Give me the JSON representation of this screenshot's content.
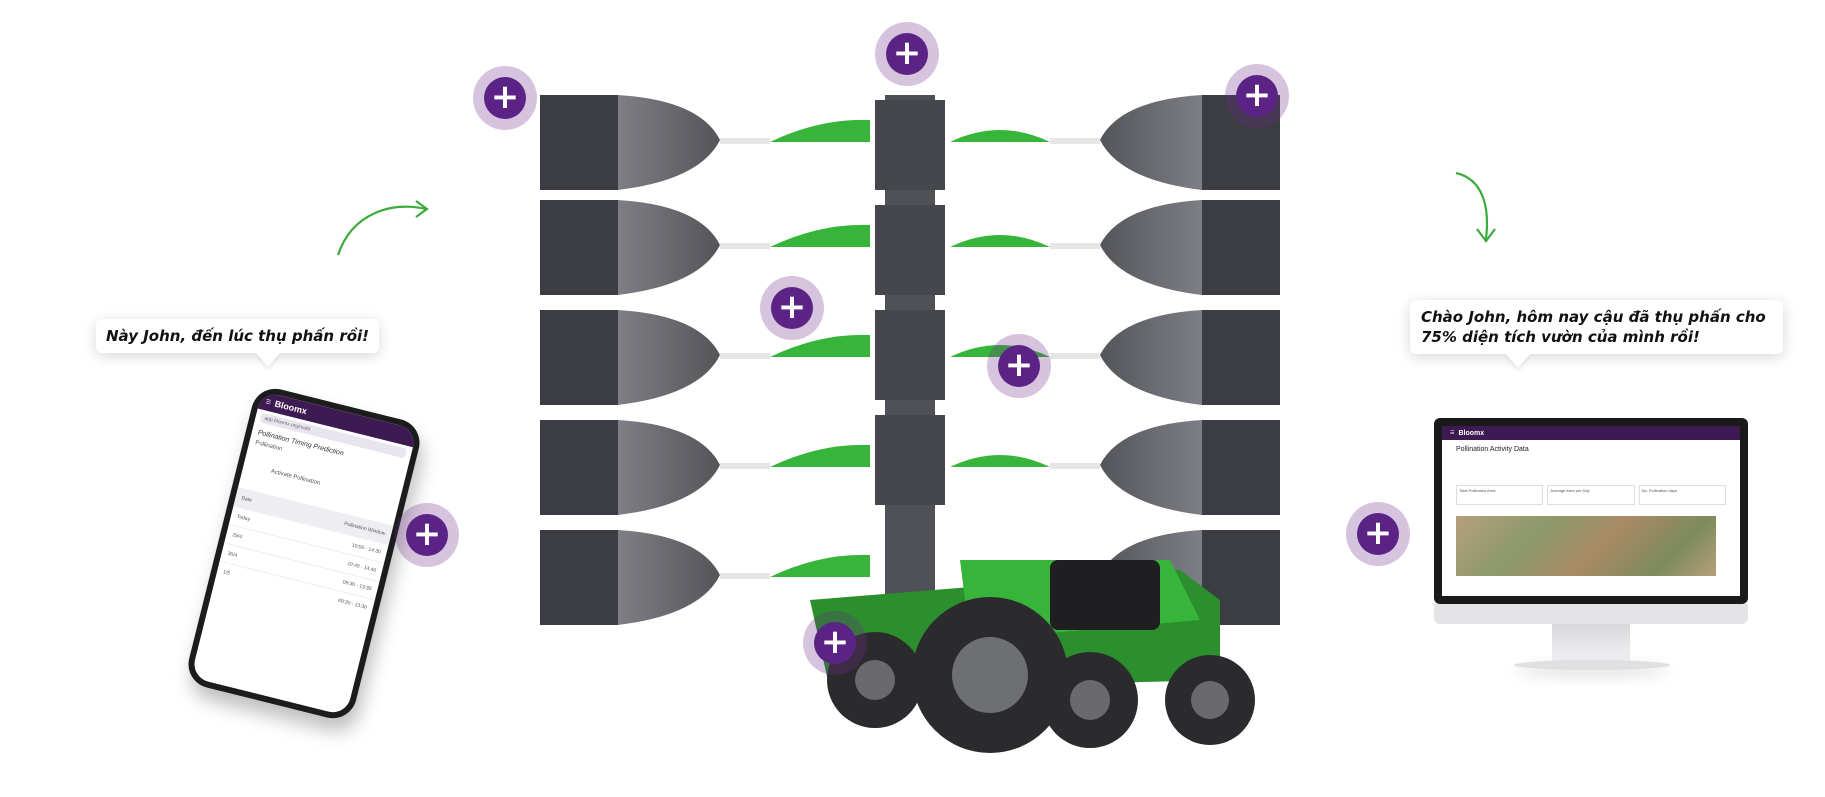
{
  "bubbles": {
    "left": "Này John, đến lúc thụ phấn rồi!",
    "right": "Chào John, hôm nay cậu đã thụ phấn cho 75% diện tích vườn của mình rồi!"
  },
  "hotspot_label": "+",
  "phone": {
    "brand": "Bloomx",
    "url": "app.bloomx.org/mobi",
    "title": "Pollination Timing Prediction",
    "chip": "Pollination",
    "toggle_label": "Activate Pollination",
    "table_header": [
      "Date",
      "Pollination Window"
    ],
    "rows": [
      [
        "Today",
        "10:00 - 14:30"
      ],
      [
        "29/4",
        "10:40 - 14:40"
      ],
      [
        "30/4",
        "09:30 - 13:30"
      ],
      [
        "1/5",
        "09:30 - 13:30"
      ]
    ]
  },
  "monitor": {
    "brand": "Bloomx",
    "title": "Pollination Activity Data",
    "cards": [
      "Total Pollinated Area",
      "Average Area per Day",
      "No. Pollination days"
    ]
  },
  "colors": {
    "accent": "#5b2385",
    "hotspot_ring": "#6a2a8a",
    "robot_green": "#37b43a"
  },
  "icons": {
    "hotspot": "plus-icon"
  }
}
